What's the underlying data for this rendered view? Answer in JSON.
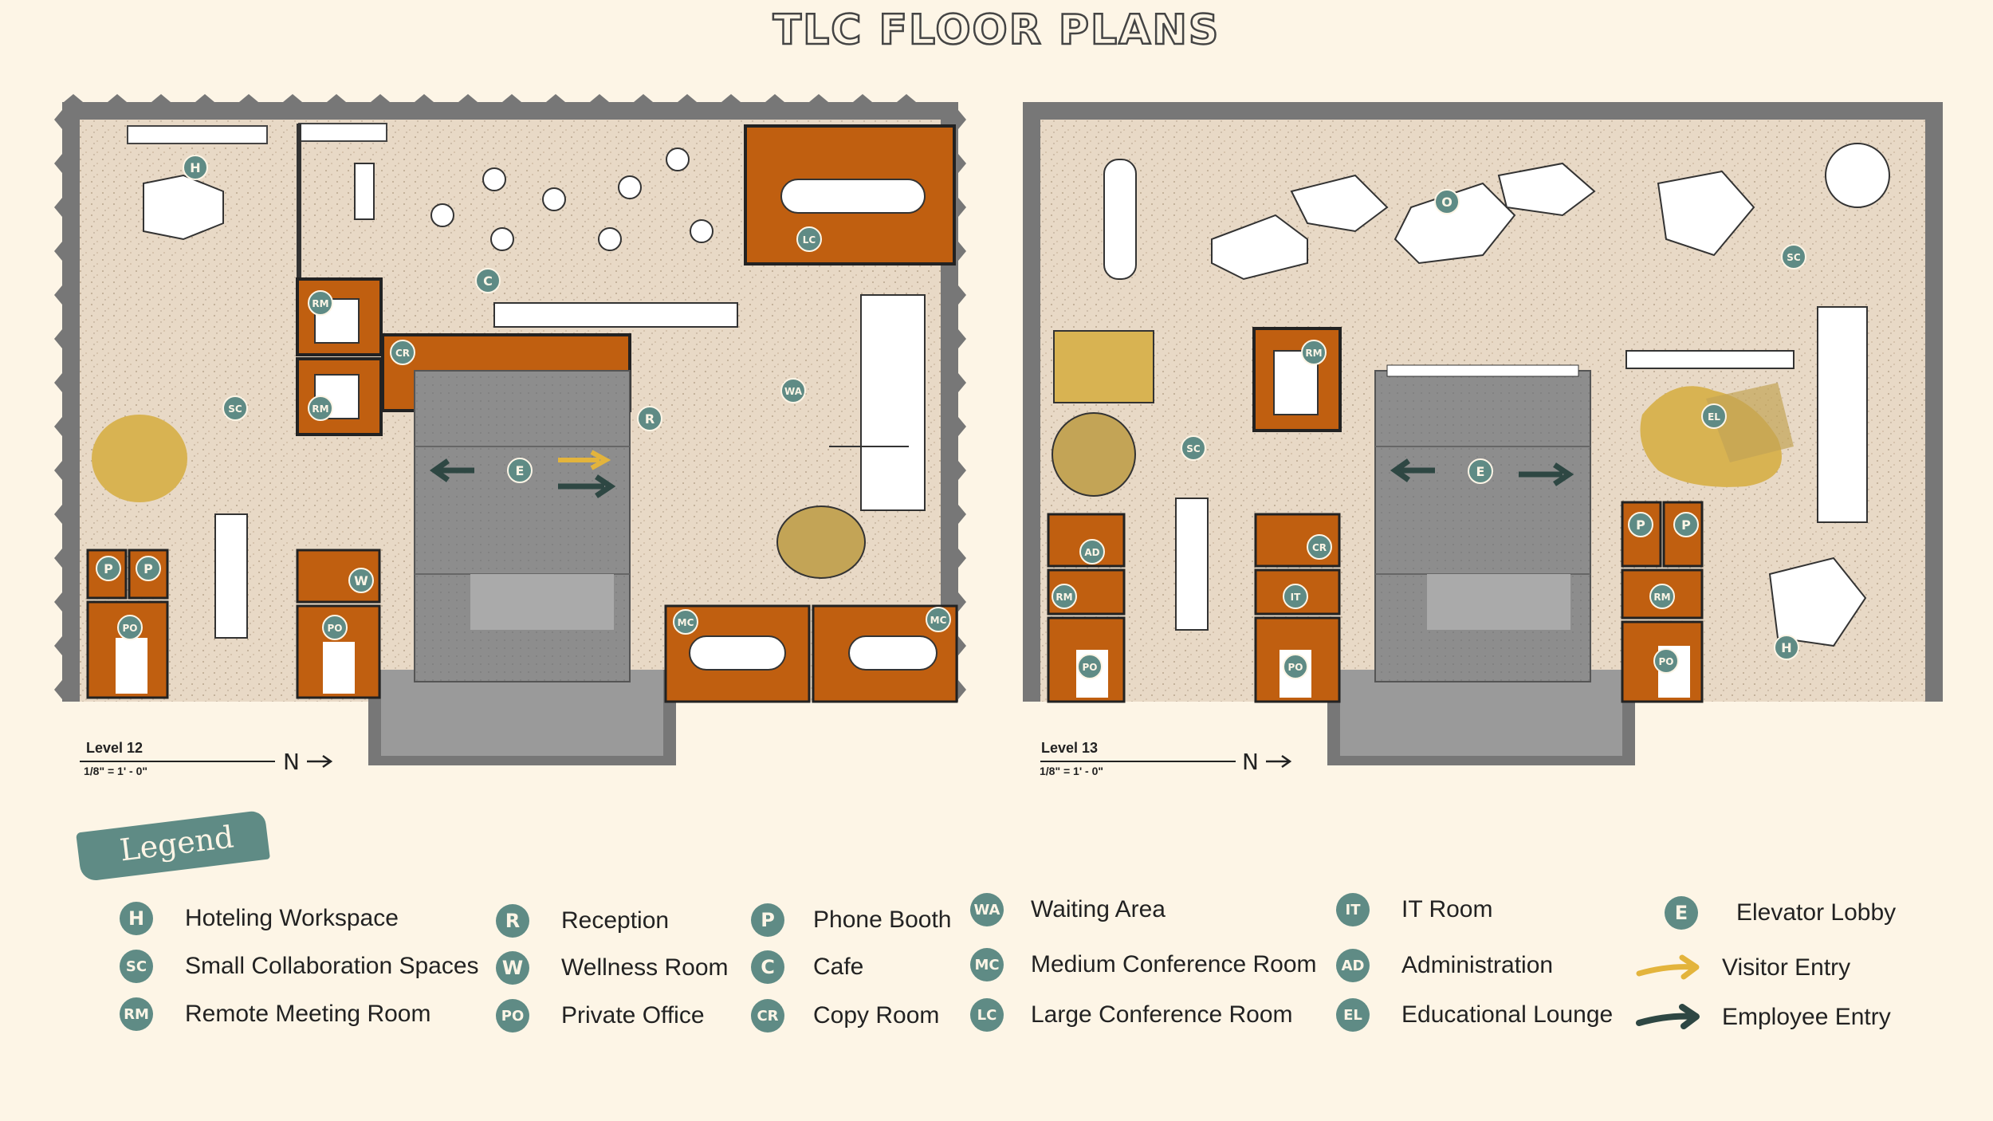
{
  "title": "TLC FLOOR PLANS",
  "colors": {
    "background": "#fdf5e6",
    "floor": "#e6d6c3",
    "room": "#c05f10",
    "core": "#8f8f8f",
    "badge": "#5f8b85",
    "visitor_arrow": "#e3b43c",
    "employee_arrow": "#2e4743",
    "lounge": "#d8b352"
  },
  "levels": [
    {
      "name": "Level 12",
      "scale": "1/8\" = 1' - 0\"",
      "north": "N",
      "badges": [
        "H",
        "C",
        "LC",
        "RM",
        "RM",
        "CR",
        "SC",
        "R",
        "WA",
        "E",
        "P",
        "P",
        "W",
        "PO",
        "PO",
        "MC",
        "MC"
      ]
    },
    {
      "name": "Level 13",
      "scale": "1/8\" = 1' - 0\"",
      "north": "N",
      "badges": [
        "O",
        "SC",
        "RM",
        "SC",
        "EL",
        "E",
        "AD",
        "RM",
        "PO",
        "CR",
        "IT",
        "PO",
        "P",
        "P",
        "RM",
        "PO",
        "H"
      ]
    }
  ],
  "legend": {
    "title": "Legend",
    "items": [
      {
        "code": "H",
        "label": "Hoteling Workspace"
      },
      {
        "code": "SC",
        "label": "Small Collaboration Spaces"
      },
      {
        "code": "RM",
        "label": "Remote Meeting Room"
      },
      {
        "code": "R",
        "label": "Reception"
      },
      {
        "code": "W",
        "label": "Wellness Room"
      },
      {
        "code": "PO",
        "label": "Private Office"
      },
      {
        "code": "P",
        "label": "Phone Booth"
      },
      {
        "code": "C",
        "label": "Cafe"
      },
      {
        "code": "CR",
        "label": "Copy Room"
      },
      {
        "code": "WA",
        "label": "Waiting Area"
      },
      {
        "code": "MC",
        "label": "Medium Conference Room"
      },
      {
        "code": "LC",
        "label": "Large Conference Room"
      },
      {
        "code": "IT",
        "label": "IT Room"
      },
      {
        "code": "AD",
        "label": "Administration"
      },
      {
        "code": "EL",
        "label": "Educational Lounge"
      },
      {
        "code": "E",
        "label": "Elevator Lobby"
      },
      {
        "code": "",
        "label": "Visitor Entry",
        "icon": "visitor-arrow-icon"
      },
      {
        "code": "",
        "label": "Employee Entry",
        "icon": "employee-arrow-icon"
      }
    ]
  }
}
